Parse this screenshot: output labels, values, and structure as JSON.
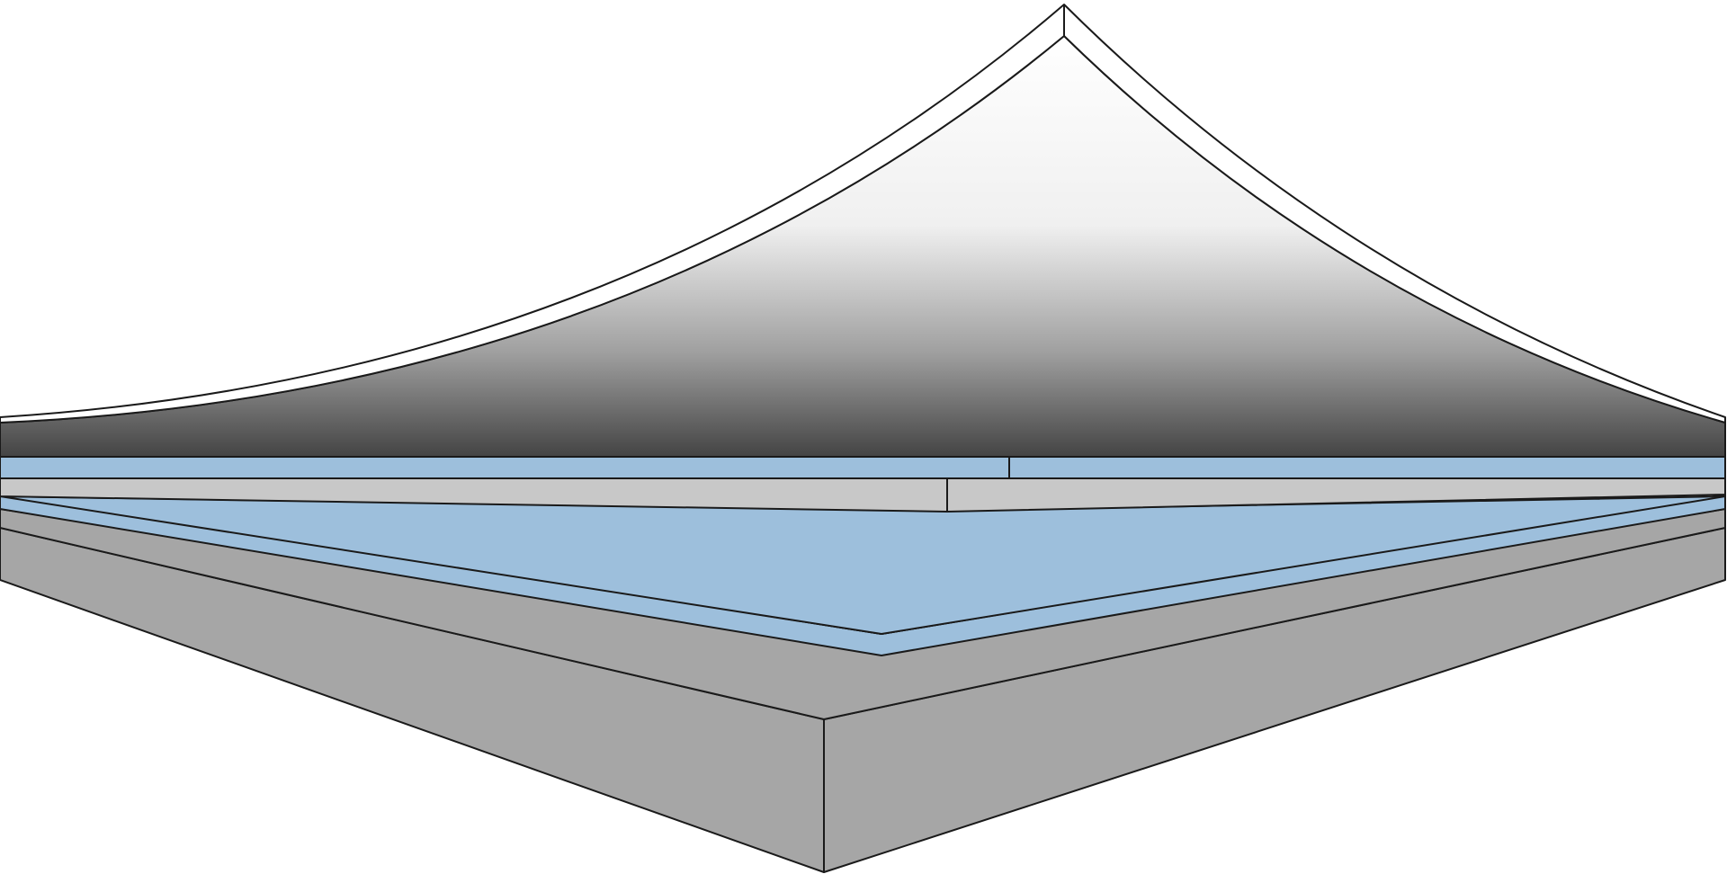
{
  "diagram": {
    "type": "layered cross-section",
    "layers": [
      {
        "id": "sheet",
        "fill": "#ffffff",
        "description_visible": false
      },
      {
        "id": "gradient-layer",
        "fill_top": "#ffffff",
        "fill_bottom": "#4a4a4a"
      },
      {
        "id": "blue-strip-top",
        "fill": "#9dbfdc"
      },
      {
        "id": "grey-strip",
        "fill": "#c8c8c8"
      },
      {
        "id": "blue-wedge",
        "fill": "#9dbfdc"
      },
      {
        "id": "base-top",
        "fill": "#a6a6a6"
      },
      {
        "id": "base-sides",
        "fill": "#a6a6a6"
      }
    ],
    "colors": {
      "outline": "#1a1a1a",
      "blue": "#9dbfdc",
      "light_grey": "#c8c8c8",
      "mid_grey": "#a6a6a6",
      "dark_grey": "#4a4a4a",
      "white": "#ffffff"
    }
  }
}
